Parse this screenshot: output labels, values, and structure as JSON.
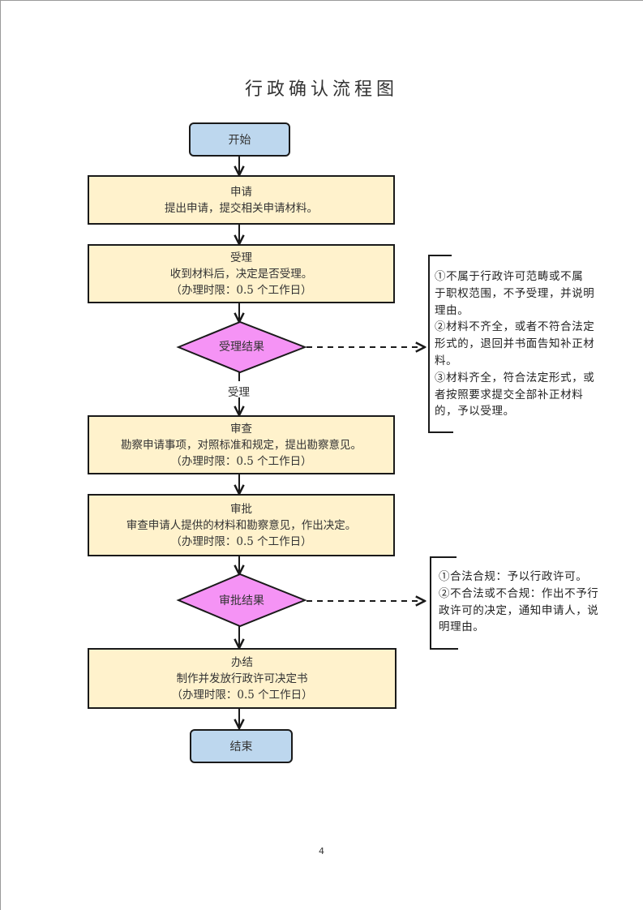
{
  "title": "行政确认流程图",
  "start": {
    "label": "开始"
  },
  "end": {
    "label": "结束"
  },
  "steps": [
    {
      "title": "申请",
      "desc": "提出申请，提交相关申请材料。",
      "time": ""
    },
    {
      "title": "受理",
      "desc": "收到材料后，决定是否受理。",
      "time": "（办理时限：0.5 个工作日）"
    },
    {
      "title": "审查",
      "desc": "勘察申请事项，对照标准和规定，提出勘察意见。",
      "time": "（办理时限：0.5 个工作日）"
    },
    {
      "title": "审批",
      "desc": "审查申请人提供的材料和勘察意见，作出决定。",
      "time": "（办理时限：0.5 个工作日）"
    },
    {
      "title": "办结",
      "desc": "制作并发放行政许可决定书",
      "time": "（办理时限：0.5 个工作日）"
    }
  ],
  "decisions": [
    {
      "label": "受理结果",
      "yes_label": "受理",
      "notes": [
        "①不属于行政许可范畴或不属",
        "于职权范围，不予受理，并说明",
        "理由。",
        "②材料不齐全，或者不符合法定",
        "形式的，退回并书面告知补正材",
        "料。",
        "③材料齐全，符合法定形式，或",
        "者按照要求提交全部补正材料",
        "的，予以受理。"
      ]
    },
    {
      "label": "审批结果",
      "yes_label": "",
      "notes": [
        "①合法合规：予以行政许可。",
        "②不合法或不合规：作出不予行",
        "政许可的决定，通知申请人，说",
        "明理由。"
      ]
    }
  ],
  "colors": {
    "terminal_fill": "#bdd7ee",
    "process_fill": "#fff2cc",
    "decision_fill": "#f593f5",
    "stroke": "#1a1a1a"
  },
  "page_number": "4"
}
